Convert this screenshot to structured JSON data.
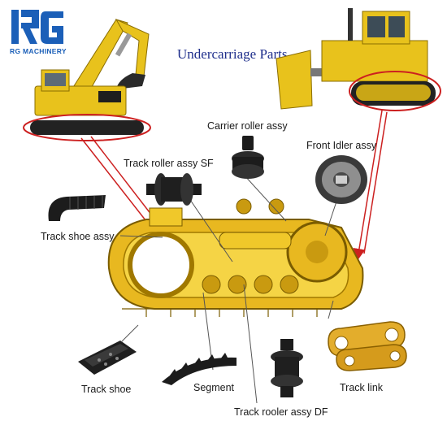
{
  "brand": {
    "logo_text": "RG",
    "name": "RG MACHINERY",
    "primary_color": "#1b5fb8"
  },
  "title": "Undercarriage Parts",
  "colors": {
    "track_yellow": "#e8b820",
    "pointer_red": "#cc2020",
    "dark_part": "#1c1c1c",
    "title_blue": "#1f2f8c"
  },
  "parts": {
    "carrier_roller": "Carrier roller assy",
    "front_idler": "Front Idler assy",
    "track_roller_sf": "Track roller assy SF",
    "track_shoe_assy": "Track shoe assy",
    "track_shoe": "Track shoe",
    "segment": "Segment",
    "track_roller_df": "Track rooler assy DF",
    "track_link": "Track link"
  },
  "machines": {
    "excavator_icon": "excavator-illustration",
    "bulldozer_icon": "bulldozer-illustration"
  }
}
